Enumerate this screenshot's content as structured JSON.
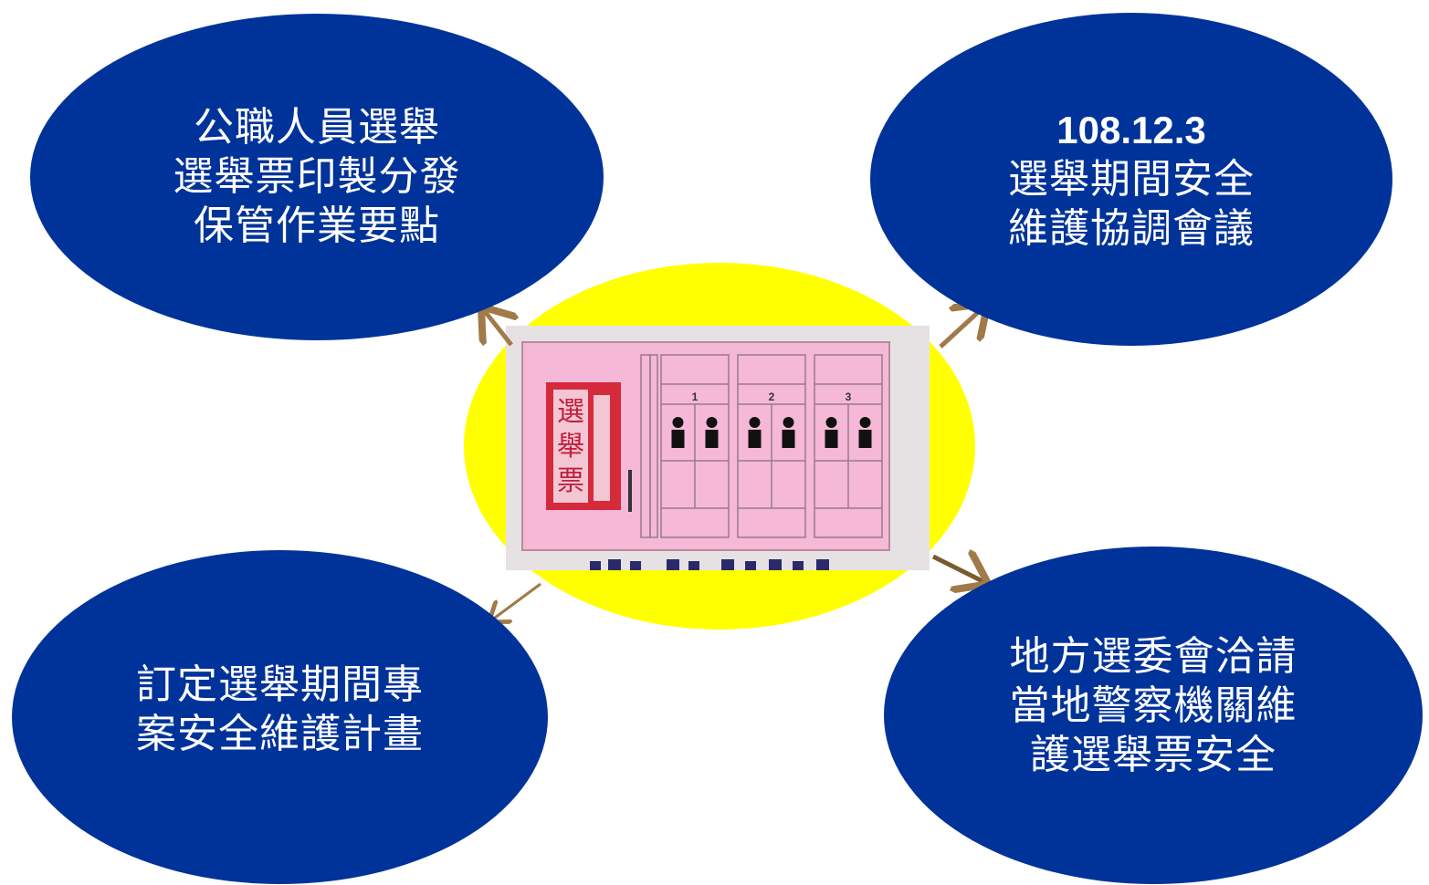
{
  "diagram": {
    "top_left": {
      "lines": [
        "公職人員選舉",
        "選舉票印製分發",
        "保管作業要點"
      ]
    },
    "top_right": {
      "date": "108.12.3",
      "lines": [
        "選舉期間安全",
        "維護協調會議"
      ]
    },
    "bottom_left": {
      "lines": [
        "訂定選舉期間專",
        "案安全維護計畫"
      ]
    },
    "bottom_right": {
      "lines": [
        "地方選委會洽請",
        "當地警察機關維",
        "護選舉票安全"
      ]
    },
    "ballot": {
      "stamp_text": "選舉票",
      "column_numbers": [
        "1",
        "2",
        "3"
      ]
    },
    "colors": {
      "oval": "#003399",
      "center": "#ffff00",
      "ballot_pink": "#f5b8d6",
      "stamp_red": "#d42a3c",
      "arrow": "#a07a48"
    }
  }
}
